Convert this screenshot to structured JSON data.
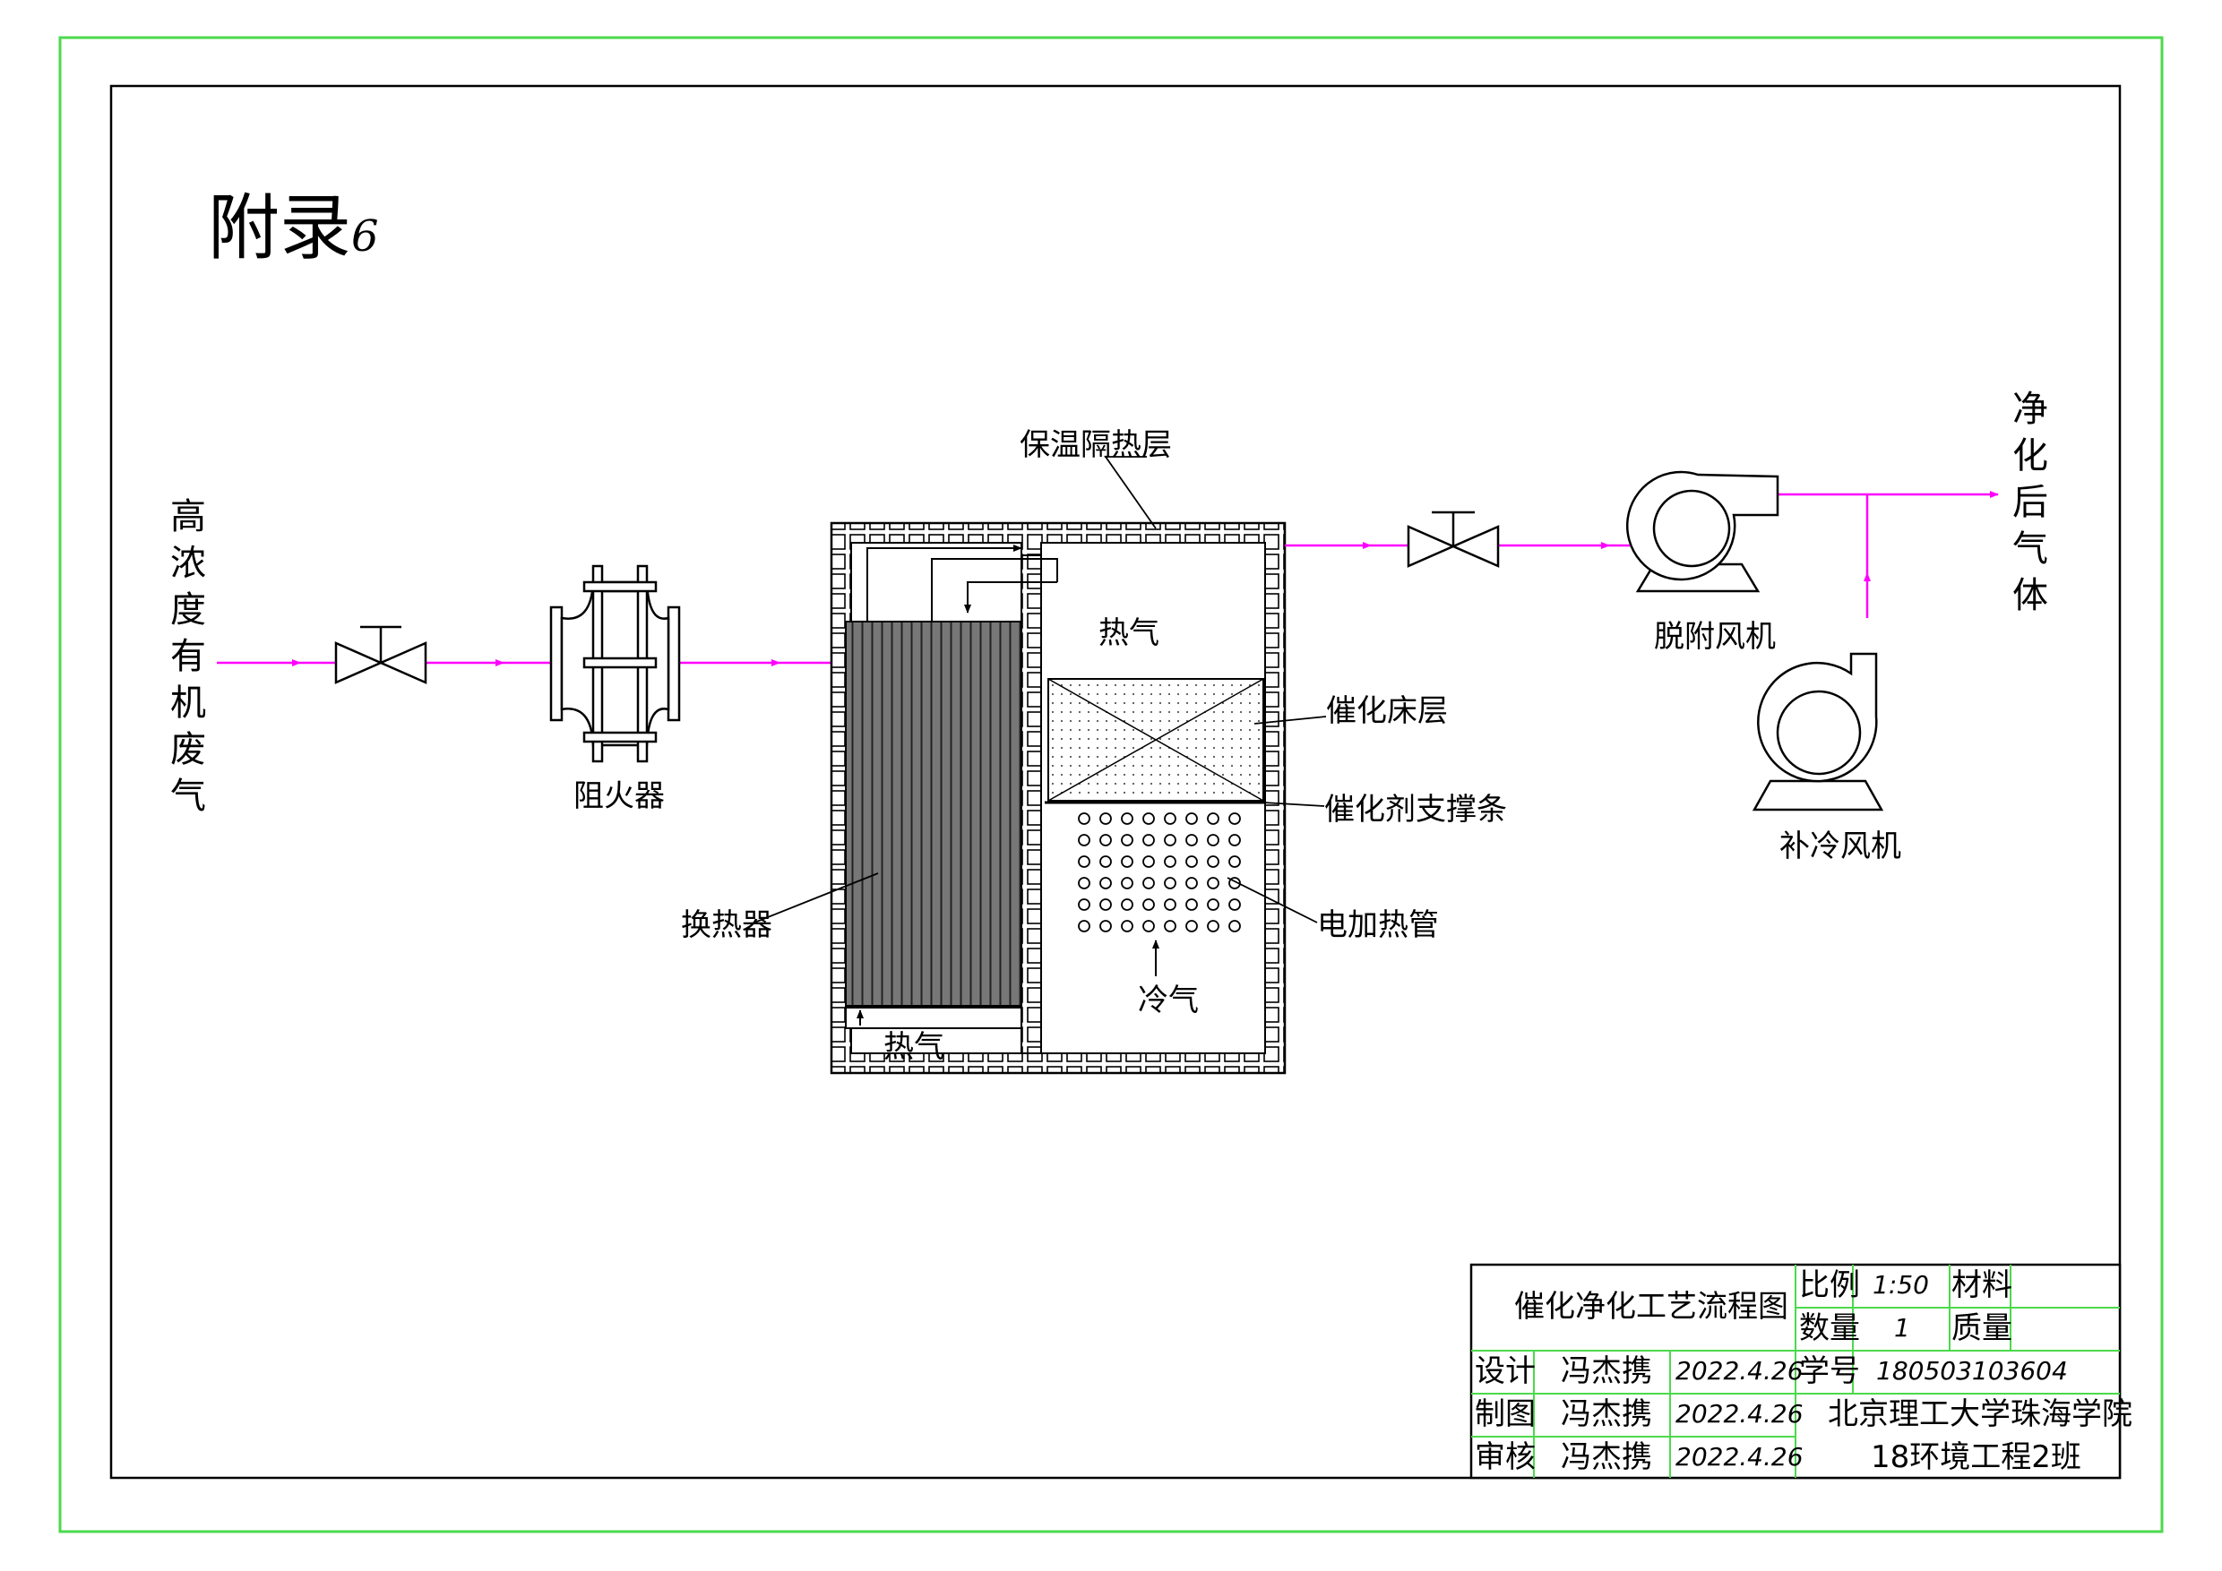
{
  "heading": {
    "main": "附录",
    "suffix": "6"
  },
  "labels": {
    "inlet": [
      "高",
      "浓",
      "度",
      "有",
      "机",
      "废",
      "气"
    ],
    "outlet": [
      "净",
      "化",
      "后",
      "气",
      "体"
    ],
    "flame_arrester": "阻火器",
    "insulation": "保温隔热层",
    "hot_gas_top": "热气",
    "catalyst_bed": "催化床层",
    "catalyst_support": "催化剂支撑条",
    "heater": "电加热管",
    "heat_exchanger": "换热器",
    "cold_gas": "冷气",
    "hot_gas_bottom": "热气",
    "desorption_fan": "脱附风机",
    "cooling_fan": "补冷风机"
  },
  "title_block": {
    "drawing_name": "催化净化工艺流程图",
    "scale_label": "比例",
    "scale_value": "1:50",
    "material_label": "材料",
    "quantity_label": "数量",
    "quantity_value": "1",
    "mass_label": "质量",
    "design_label": "设计",
    "drawn_label": "制图",
    "review_label": "审核",
    "designer": "冯杰携",
    "drafter": "冯杰携",
    "reviewer": "冯杰携",
    "design_date": "2022.4.26",
    "drawn_date": "2022.4.26",
    "review_date": "2022.4.26",
    "student_id_label": "学号",
    "student_id": "180503103604",
    "school": "北京理工大学珠海学院",
    "class_name": "18环境工程2班"
  },
  "colors": {
    "frame_outer": "#4cd94c",
    "flow": "#ff00ff",
    "title_grid": "#4cd94c",
    "ink": "#000000"
  }
}
